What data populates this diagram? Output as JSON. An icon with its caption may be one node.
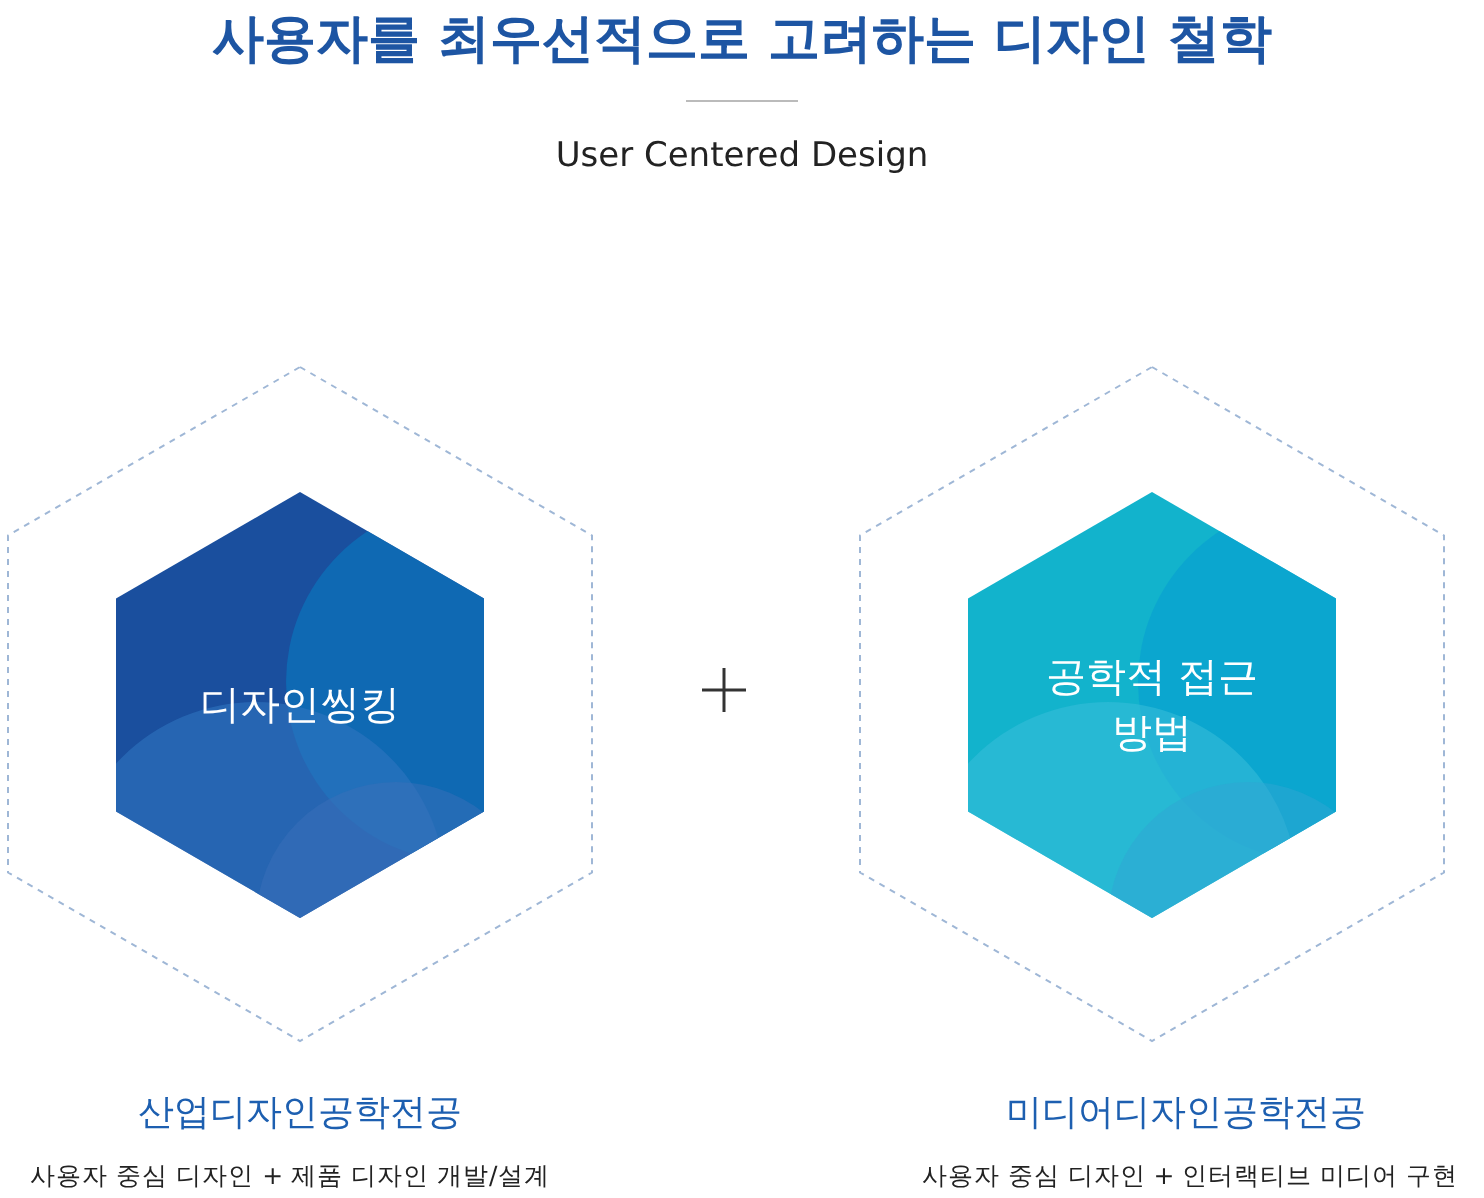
{
  "diagram": {
    "title": "사용자를 최우선적으로 고려하는 디자인 철학",
    "nodes": [
      {
        "text": [
          "디자인씽킹"
        ],
        "beside": [
          "산업디자인공학전공",
          "사용자 중심 디자인 + 제품 디자인 개발/설계"
        ]
      },
      {
        "text": [
          "공학적 접근 방법"
        ],
        "beside": [
          "미디어디자인공학전공",
          "사용자 중심 디자인 + 인터랙티브 미디어 구현"
        ]
      }
    ],
    "labels": [
      "User Centered Design"
    ]
  }
}
